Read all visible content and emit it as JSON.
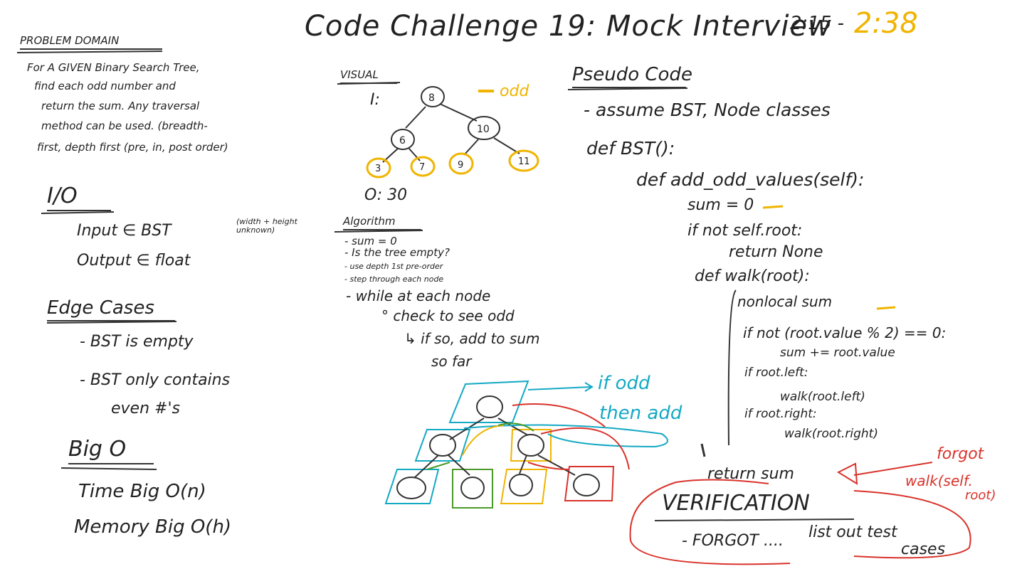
{
  "header": {
    "title": "Code Challenge 19: Mock Interview",
    "time_start": "2:15 -",
    "time_end": "2:38"
  },
  "problem_domain": {
    "heading": "PROBLEM DOMAIN",
    "lines": [
      "For A GIVEN Binary Search Tree,",
      "find each odd number and",
      "return the sum. Any traversal",
      "method can be used. (breadth-",
      "first, depth first (pre, in, post order)"
    ]
  },
  "io": {
    "heading": "I/O",
    "input_label": "Input ∈ BST",
    "input_note": "(width + height unknown)",
    "output_label": "Output ∈ float"
  },
  "edge_cases": {
    "heading": "Edge Cases",
    "items": [
      "- BST is empty",
      "- BST only contains",
      "even #'s"
    ]
  },
  "big_o": {
    "heading": "Big O",
    "time": "Time Big O(n)",
    "memory": "Memory Big O(h)"
  },
  "visual": {
    "heading": "VISUAL",
    "input_label": "I:",
    "legend": "odd",
    "output_label": "O: 30",
    "tree_nodes": [
      "8",
      "6",
      "10",
      "3",
      "7",
      "9",
      "11"
    ]
  },
  "algorithm": {
    "heading": "Algorithm",
    "lines": [
      "- sum = 0",
      "- Is the tree empty?",
      "- use depth 1st pre-order",
      "- step through each node",
      "- while at each node",
      "° check to see odd",
      "↳ if so, add to sum",
      "so far"
    ]
  },
  "diagram": {
    "annotation_line1": "if odd",
    "annotation_line2": "then add"
  },
  "pseudo_code": {
    "heading": "Pseudo Code",
    "lines": [
      "- assume BST, Node classes",
      "def BST():",
      "def add_odd_values(self):",
      "sum = 0",
      "if not self.root:",
      "return None",
      "def walk(root):",
      "nonlocal sum",
      "if not (root.value % 2) == 0:",
      "sum += root.value",
      "if root.left:",
      "walk(root.left)",
      "if root.right:",
      "walk(root.right)",
      "return sum"
    ],
    "forgot_note_1": "forgot",
    "forgot_note_2": "walk(self.",
    "forgot_note_3": "root)"
  },
  "verification": {
    "heading": "VERIFICATION",
    "line_prefix": "- FORGOT ....",
    "line_rest": "list out test",
    "line_rest2": "cases"
  },
  "colors": {
    "ink": "#222222",
    "orange": "#f0b400",
    "teal": "#14a9c4",
    "red": "#d9332b",
    "green": "#4a9a2a"
  }
}
